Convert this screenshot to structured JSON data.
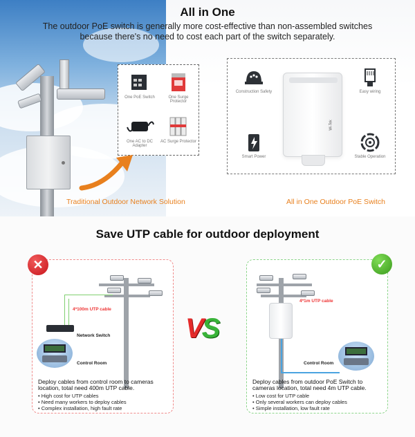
{
  "header": {
    "title": "All in One",
    "subtitle": "The outdoor PoE switch is generally more cost-effective than non-assembled switches because there's no need to cost each part of the switch separately."
  },
  "traditional": {
    "items": [
      {
        "icon": "poe-switch-icon",
        "label": "One PoE Switch"
      },
      {
        "icon": "surge-protector-icon",
        "label": "One Surge Protector"
      },
      {
        "icon": "ac-dc-adapter-icon",
        "label": "One AC to DC Adapter"
      },
      {
        "icon": "ac-surge-protector-icon",
        "label": "AC Surge Protector"
      }
    ],
    "caption": "Traditional Outdoor Network Solution"
  },
  "allinone": {
    "features": {
      "construction": "Construction Safety",
      "wiring": "Easy wiring",
      "power": "Smart Power",
      "stable": "Stable Operation"
    },
    "brand": "Wi-Tek",
    "caption": "All in One Outdoor PoE Switch"
  },
  "comparison": {
    "title": "Save UTP cable for outdoor deployment",
    "vs_v": "V",
    "vs_s": "S",
    "left": {
      "cable_label": "4*100m UTP cable",
      "switch_label": "Network Switch",
      "room_label": "Control Room",
      "description": "Deploy cables from control room to cameras location, total need 400m UTP cable.",
      "points": [
        "• High cost for UTP cables",
        "• Need many workers to deploy cables",
        "• Complex installation, high fault rate"
      ]
    },
    "right": {
      "cable_label": "4*1m UTP cable",
      "room_label": "Control Room",
      "description": "Deploy cables from outdoor PoE Switch to cameras location,  total need 4m UTP cable.",
      "points": [
        "• Low cost for UTP cable",
        "• Only several workers can deploy cables",
        "• Simple installation, low fault rate"
      ]
    }
  },
  "colors": {
    "accent_orange": "#e8801e",
    "bad_red": "#e52b2b",
    "good_green": "#39b339",
    "cable_red": "#ee3333"
  }
}
